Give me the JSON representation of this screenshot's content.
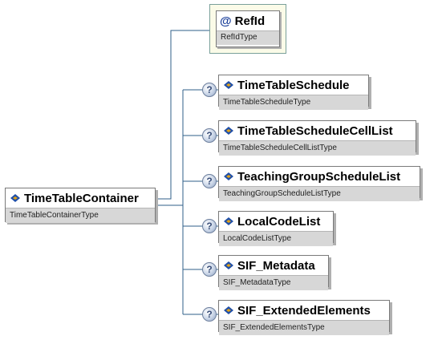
{
  "root": {
    "name": "TimeTableContainer",
    "type": "TimeTableContainerType"
  },
  "attribute": {
    "symbol": "@",
    "name": "RefId",
    "type": "RefIdType"
  },
  "elements": [
    {
      "name": "TimeTableSchedule",
      "type": "TimeTableScheduleType"
    },
    {
      "name": "TimeTableScheduleCellList",
      "type": "TimeTableScheduleCellListType"
    },
    {
      "name": "TeachingGroupScheduleList",
      "type": "TeachingGroupScheduleListType"
    },
    {
      "name": "LocalCodeList",
      "type": "LocalCodeListType"
    },
    {
      "name": "SIF_Metadata",
      "type": "SIF_MetadataType"
    },
    {
      "name": "SIF_ExtendedElements",
      "type": "SIF_ExtendedElementsType"
    }
  ],
  "optional_marker": "?",
  "colors": {
    "connector": "#2f5f8a",
    "icon_blue": "#1f4fa8",
    "icon_gold": "#e0a21a"
  }
}
